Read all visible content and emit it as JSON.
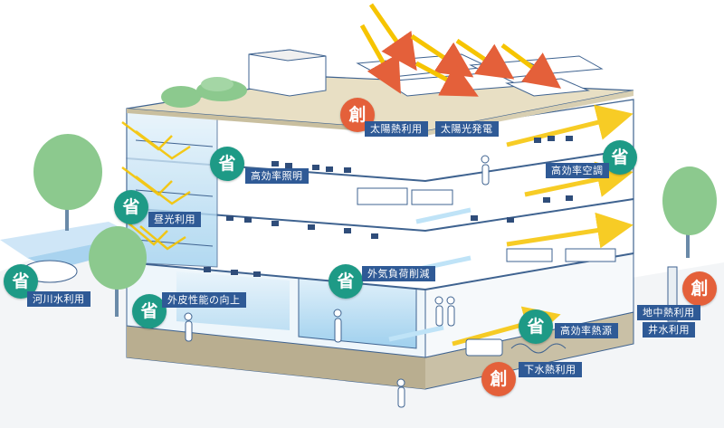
{
  "badges": {
    "save": "省",
    "create": "創"
  },
  "labels": {
    "solar_heat": "太陽熱利用",
    "solar_power": "太陽光発電",
    "efficient_lighting": "高効率照明",
    "efficient_ac": "高効率空調",
    "daylight": "昼光利用",
    "outdoor_air_reduction": "外気負荷削減",
    "river_water": "河川水利用",
    "envelope_performance": "外皮性能の向上",
    "efficient_heat_source": "高効率熱源",
    "geothermal": "地中熱利用",
    "well_water": "井水利用",
    "sewage_heat": "下水熱利用"
  },
  "colors": {
    "save_badge": "#1e9a86",
    "create_badge": "#e4603a",
    "label_bg": "#2f5a96",
    "floor_stroke": "#3f6390",
    "sun_ray": "#f6c400",
    "arrow_head": "#e4603a",
    "tree": "#8cc98e",
    "water": "#cfe6f7"
  }
}
